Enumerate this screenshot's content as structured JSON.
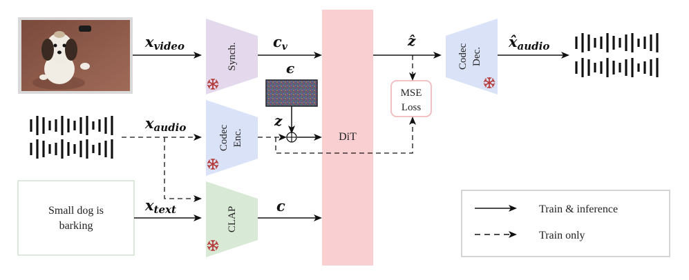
{
  "inputs": {
    "video_symbol": "x",
    "video_sub": "video",
    "audio_symbol": "x",
    "audio_sub": "audio",
    "text_symbol": "x",
    "text_sub": "text",
    "text_prompt_line1": "Small dog is",
    "text_prompt_line2": "barking"
  },
  "modules": {
    "synch": "Synch.",
    "codec_enc_line1": "Codec",
    "codec_enc_line2": "Enc.",
    "clap": "CLAP",
    "dit": "DiT",
    "codec_dec_line1": "Codec",
    "codec_dec_line2": "Dec.",
    "mse_line1": "MSE",
    "mse_line2": "Loss"
  },
  "signals": {
    "cv_symbol": "c",
    "cv_sub": "v",
    "c_symbol": "c",
    "epsilon": "ϵ",
    "z": "z",
    "zhat": "ẑ",
    "xhat_symbol": "x̂",
    "xhat_sub": "audio"
  },
  "legend": {
    "solid_label": "Train & inference",
    "dashed_label": "Train only"
  },
  "icons": {
    "frozen": "snowflake-icon",
    "sum": "circle-plus-icon"
  },
  "colors": {
    "synch_fill": "#e4d9ec",
    "codec_fill": "#d9e2f6",
    "clap_fill": "#d8ead6",
    "dit_fill": "#f9cfd1",
    "mse_border": "#f2b9bd",
    "prompt_border": "#cfe3cf",
    "legend_border": "#d5d5d5",
    "snowflake": "#b53b3b"
  },
  "waveform": {
    "bar_heights": [
      18,
      28,
      24,
      14,
      18,
      28,
      20,
      14,
      24,
      28,
      12,
      18,
      24,
      28
    ]
  }
}
